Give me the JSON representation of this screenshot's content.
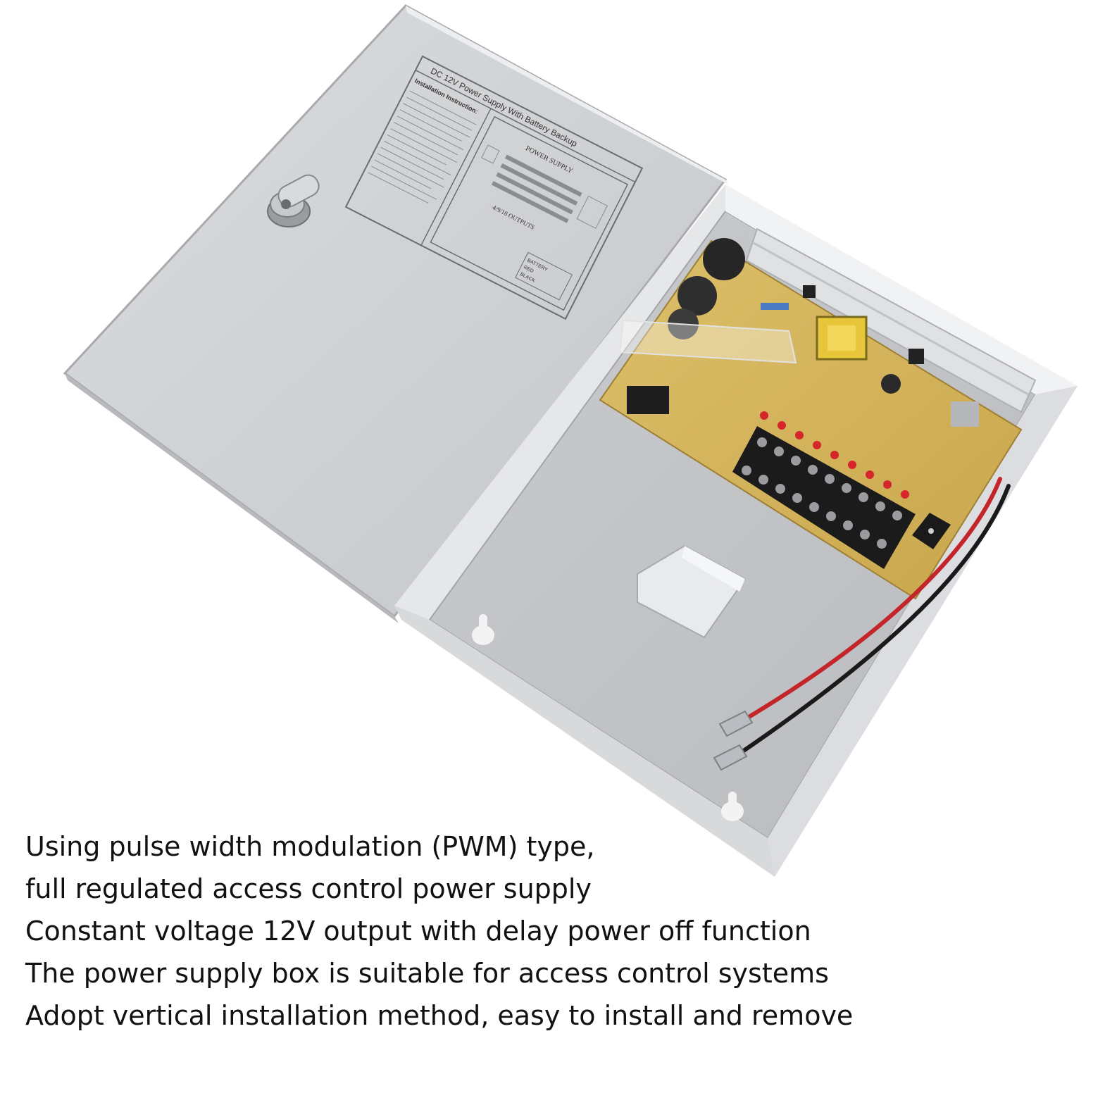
{
  "product_photo": {
    "label_title": "DC 12V Power Supply With Battery Backup",
    "label_instructions_heading": "Installation Instruction:",
    "label_power_supply": "POWER SUPPLY",
    "label_outputs": "4/9/18 OUTPUTS",
    "label_battery": "BATTERY",
    "label_battery_red": "RED",
    "label_battery_black": "BLACK",
    "colors": {
      "enclosure": "#cfd1d3",
      "pcb": "#d9b860",
      "terminal_block": "#1b1b1b",
      "fuse_red": "#d4262b",
      "wire_red": "#c3252a",
      "wire_black": "#1a1a1a"
    }
  },
  "features": [
    "Using pulse width modulation (PWM) type,",
    "full regulated access control power supply",
    "Constant voltage 12V output with delay power off function",
    "The power supply box is suitable for access control systems",
    "Adopt vertical installation method, easy to install and remove"
  ]
}
